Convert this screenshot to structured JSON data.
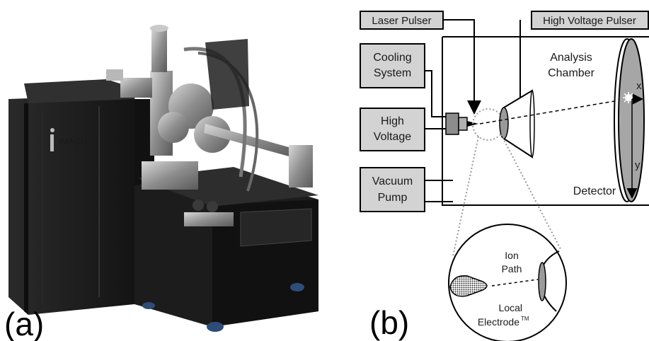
{
  "panel_a": {
    "label": "(a)",
    "brand_logo": "iMAGO"
  },
  "panel_b": {
    "label": "(b)",
    "boxes": {
      "laser_pulser": "Laser Pulser",
      "high_voltage_pulser": "High Voltage Pulser",
      "cooling_system": [
        "Cooling",
        "System"
      ],
      "high_voltage": [
        "High",
        "Voltage"
      ],
      "vacuum_pump": [
        "Vacuum",
        "Pump"
      ]
    },
    "chamber": [
      "Analysis",
      "Chamber"
    ],
    "detector": "Detector",
    "axis_x": "x",
    "axis_y": "y",
    "inset": {
      "ion_path": [
        "Ion",
        "Path"
      ],
      "local_electrode": [
        "Local",
        "Electrode"
      ],
      "trademark": "TM"
    }
  },
  "colors": {
    "box_fill": "#d3d3d3",
    "detector_fill": "#a6a6a6",
    "machine_dark": "#202020",
    "machine_metal": "#9a9a9a"
  }
}
